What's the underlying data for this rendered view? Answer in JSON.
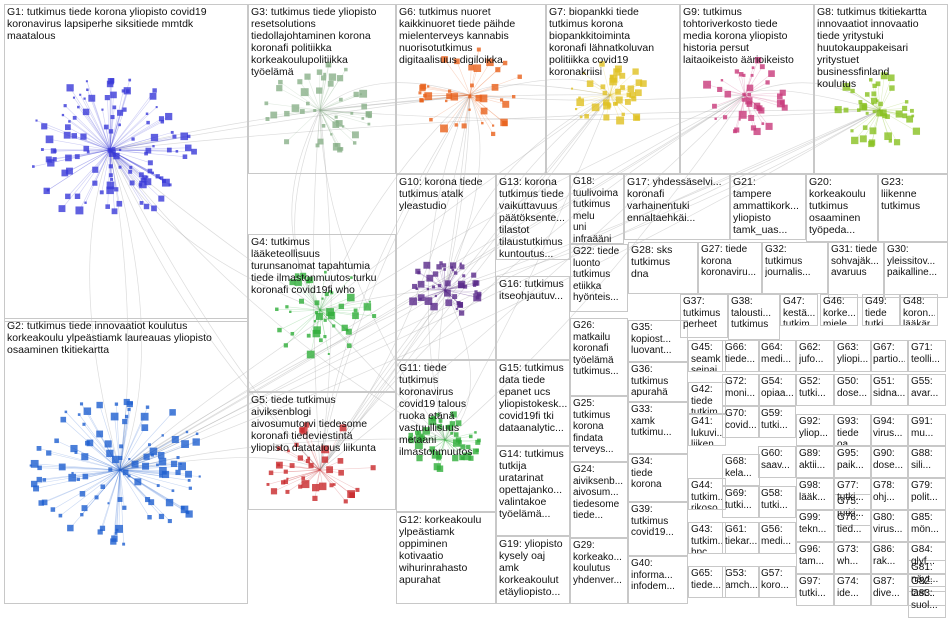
{
  "groups": [
    {
      "id": "G1",
      "text": "G1: tutkimus tiede korona yliopisto covid19\nkoronavirus lapsiperhe siksitiede mmtdk\nmaatalous"
    },
    {
      "id": "G2",
      "text": "G2: tutkimus tiede innovaatiot koulutus\nkorkeakoulu ylpeästiamk laureauas yliopisto\nosaaminen tkitiekartta"
    },
    {
      "id": "G3",
      "text": "G3: tutkimus tiede yliopisto\nresetsolutions\ntiedollajohtaminen korona\nkoronafi politiikka\nkorkeakoulupolitiikka\ntyöelämä"
    },
    {
      "id": "G4",
      "text": "G4: tutkimus\nlääketeollisuus\nturunsanomat tapahtumia\ntiede ilmastonmuutos turku\nkoronafi covid19fi who"
    },
    {
      "id": "G5",
      "text": "G5: tiede tutkimus\naiviksenblogi\naivosumutorvi tiedesome\nkoronafi tiedeviestintä\nyliopisto datatalous liikunta"
    },
    {
      "id": "G6",
      "text": "G6: tutkimus nuoret\nkaikkinuoret tiede päihde\nmielenterveys kannabis\nnuorisotutkimus\ndigitaalisuus digiloikka"
    },
    {
      "id": "G7",
      "text": "G7: biopankki tiede\ntutkimus korona\nbiopankkitoiminta\nkoronafi lähnatkoluvan\npolitiikka covid19\nkoronakriisi"
    },
    {
      "id": "G8",
      "text": "G8: tutkimus tkitiekartta\ninnovaatiot innovaatio\ntiede yritystuki\nhuutokauppakeisari\nyritystuet\nbusinessfinland\nkoulutus"
    },
    {
      "id": "G9",
      "text": "G9: tutkimus\ntohtoriverkosto tiede\nmedia korona yliopisto\nhistoria persut\nlaitaoikeisto äärioikeisto"
    },
    {
      "id": "G10",
      "text": "G10: korona tiede\ntutkimus atalk\nyleastudio"
    },
    {
      "id": "G11",
      "text": "G11: tiede\ntutkimus\nkoronavirus\ncovid19 talous\nruoka etänä\nvastuullisuus\nmetaani\nilmastonmuutos"
    },
    {
      "id": "G12",
      "text": "G12: korkeakoulu\nylpeästiamk\noppiminen\nkotivaatio\nwihurinrahasto\napurahat"
    },
    {
      "id": "G13",
      "text": "G13: korona\ntutkimus tiede\nvaikuttavuus\npäätöksente...\ntilastot\ntilaustutkimus\nkuntoutus..."
    },
    {
      "id": "G14",
      "text": "G14: tutkimus\ntutkija\nuratarinat\nopettajanko...\nvalintakoe\ntyöelämä..."
    },
    {
      "id": "G15",
      "text": "G15: tutkimus\ndata tiede\nepanet ucs\nyliopistokesk...\ncovid19fi tki\ndataanalytic..."
    },
    {
      "id": "G16",
      "text": "G16: tutkimus\nitseohjautuv..."
    },
    {
      "id": "G17",
      "text": "G17: yhdessäselvi...\nkoronafi\nvarhainentuki\nennaltaehkäi..."
    },
    {
      "id": "G18",
      "text": "G18:\ntuulivoima\ntutkimus melu\nuni infraääni\nlepakko..."
    },
    {
      "id": "G19",
      "text": "G19: yliopisto\nkysely oaj\namk\nkorkeakoulut\netäyliopisto..."
    },
    {
      "id": "G20",
      "text": "G20:\nkorkeakoulu\ntutkimus\nosaaminen\ntyöpeda..."
    },
    {
      "id": "G21",
      "text": "G21:\ntampere\nammattikork...\nyliopisto\ntamk_uas..."
    },
    {
      "id": "G22",
      "text": "G22: tiede\nluonto\ntutkimus\netiikka\nhyönteis..."
    },
    {
      "id": "G23",
      "text": "G23:\nliikenne\ntutkimus"
    },
    {
      "id": "G24",
      "text": "G24:\naiviksenb...\naivosum...\ntiedesome\ntiede..."
    },
    {
      "id": "G25",
      "text": "G25:\ntutkimus\nkorona\nfindata\nterveys..."
    },
    {
      "id": "G26",
      "text": "G26:\nmatkailu\nkoronafi\ntyöelämä\ntutkimus..."
    },
    {
      "id": "G27",
      "text": "G27: tiede\nkorona\nkoronaviru..."
    },
    {
      "id": "G28",
      "text": "G28: sks\ntutkimus\ndna"
    },
    {
      "id": "G29",
      "text": "G29:\nkorkeako...\nkoulutus\nyhdenver..."
    },
    {
      "id": "G30",
      "text": "G30:\nyleissitov...\npaikalline..."
    },
    {
      "id": "G31",
      "text": "G31: tiede\nsohvajäk...\navaruus"
    },
    {
      "id": "G32",
      "text": "G32:\ntutkimus\njournalis..."
    },
    {
      "id": "G33",
      "text": "G33:\nxamk\ntutkimu..."
    },
    {
      "id": "G34",
      "text": "G34:\ntiede\nkorona"
    },
    {
      "id": "G35",
      "text": "G35:\nkopiost...\nluovant..."
    },
    {
      "id": "G36",
      "text": "G36:\ntutkimus\napurahä"
    },
    {
      "id": "G37",
      "text": "G37:\ntutkimus\nperheet"
    },
    {
      "id": "G38",
      "text": "G38:\ntalousti...\ntutkimus"
    },
    {
      "id": "G39",
      "text": "G39:\ntutkimus\ncovid19..."
    },
    {
      "id": "G40",
      "text": "G40:\ninforma...\ninfodem..."
    },
    {
      "id": "G41",
      "text": "G41:\nlukuvi...\nliiken..."
    },
    {
      "id": "G42",
      "text": "G42:\ntiede\ntutkim..."
    },
    {
      "id": "G43",
      "text": "G43:\ntutkim...\nhpc..."
    },
    {
      "id": "G44",
      "text": "G44:\ntutkim...\nrikoso..."
    },
    {
      "id": "G45",
      "text": "G45:\nseamk\nseinaj..."
    },
    {
      "id": "G46",
      "text": "G46:\nkorke...\nmiele..."
    },
    {
      "id": "G47",
      "text": "G47:\nkestä...\ntutkim..."
    },
    {
      "id": "G48",
      "text": "G48:\nkoron...\nlääkär..."
    },
    {
      "id": "G49",
      "text": "G49:\ntiede\ntutki..."
    },
    {
      "id": "G50",
      "text": "G50:\ndose..."
    },
    {
      "id": "G51",
      "text": "G51:\nsidna..."
    },
    {
      "id": "G52",
      "text": "G52:\ntutki..."
    },
    {
      "id": "G53",
      "text": "G53:\namch..."
    },
    {
      "id": "G54",
      "text": "G54:\nopiaa..."
    },
    {
      "id": "G55",
      "text": "G55:\navar..."
    },
    {
      "id": "G56",
      "text": "G56:\nmedi..."
    },
    {
      "id": "G57",
      "text": "G57:\nkoro..."
    },
    {
      "id": "G58",
      "text": "G58:\ntutki..."
    },
    {
      "id": "G59",
      "text": "G59:\ntutki..."
    },
    {
      "id": "G60",
      "text": "G60:\nsaav..."
    },
    {
      "id": "G61",
      "text": "G61:\ntiekar..."
    },
    {
      "id": "G62",
      "text": "G62:\njufo..."
    },
    {
      "id": "G63",
      "text": "G63:\nyliopi..."
    },
    {
      "id": "G64",
      "text": "G64:\nmedi..."
    },
    {
      "id": "G65",
      "text": "G65:\ntiede..."
    },
    {
      "id": "G66",
      "text": "G66:\ntiede..."
    },
    {
      "id": "G67",
      "text": "G67:\npartio..."
    },
    {
      "id": "G68",
      "text": "G68:\nkela..."
    },
    {
      "id": "G69",
      "text": "G69:\ntutki..."
    },
    {
      "id": "G70",
      "text": "G70:\ncovid..."
    },
    {
      "id": "G71",
      "text": "G71:\nteolli..."
    },
    {
      "id": "G72",
      "text": "G72:\nmoni..."
    },
    {
      "id": "G73",
      "text": "G73:\nwh..."
    },
    {
      "id": "G74",
      "text": "G74:\nide..."
    },
    {
      "id": "G75",
      "text": "G75:\ntutki..."
    },
    {
      "id": "G76",
      "text": "G76:\ntied..."
    },
    {
      "id": "G77",
      "text": "G77:\ntutki..."
    },
    {
      "id": "G78",
      "text": "G78:\nohj..."
    },
    {
      "id": "G79",
      "text": "G79:\npolit..."
    },
    {
      "id": "G80",
      "text": "G80:\nvirus..."
    },
    {
      "id": "G81",
      "text": "G81:\nnäyt..."
    },
    {
      "id": "G82",
      "text": "G82:\nlast..."
    },
    {
      "id": "G83",
      "text": "G83:\nsuol..."
    },
    {
      "id": "G84",
      "text": "G84:\nglyf..."
    },
    {
      "id": "G85",
      "text": "G85:\nmön..."
    },
    {
      "id": "G86",
      "text": "G86:\nrak..."
    },
    {
      "id": "G87",
      "text": "G87:\ndive..."
    },
    {
      "id": "G88",
      "text": "G88:\nsili..."
    },
    {
      "id": "G89",
      "text": "G89:\naktii..."
    },
    {
      "id": "G90",
      "text": "G90:\ndose..."
    },
    {
      "id": "G91",
      "text": "G91:\nmu..."
    },
    {
      "id": "G92",
      "text": "G92:\nyliop..."
    },
    {
      "id": "G93",
      "text": "G93:\ntiede oa..."
    },
    {
      "id": "G94",
      "text": "G94:\nvirus..."
    },
    {
      "id": "G95",
      "text": "G95:\npaik..."
    },
    {
      "id": "G96",
      "text": "G96:\ntam..."
    },
    {
      "id": "G97",
      "text": "G97:\ntutki..."
    },
    {
      "id": "G98",
      "text": "G98:\nlääk..."
    },
    {
      "id": "G99",
      "text": "G99:\ntekn..."
    }
  ],
  "colors": {
    "G1": "#3a3ad8",
    "G2": "#1e5fd0",
    "G3": "#8ab08a",
    "G4": "#2fae3a",
    "G5": "#c8282a",
    "G6": "#e8601a",
    "G7": "#e0c020",
    "G8": "#88c020",
    "G9": "#c83a7a",
    "G10": "#5a2a8a",
    "G11": "#2fae3a",
    "G12": "#8a6ad0",
    "G13": "#3a8ad0",
    "G14": "#3a3ad8",
    "G15": "#3ab0a0",
    "edge": "#9a9a9a",
    "frame": "#c8c8c8"
  }
}
